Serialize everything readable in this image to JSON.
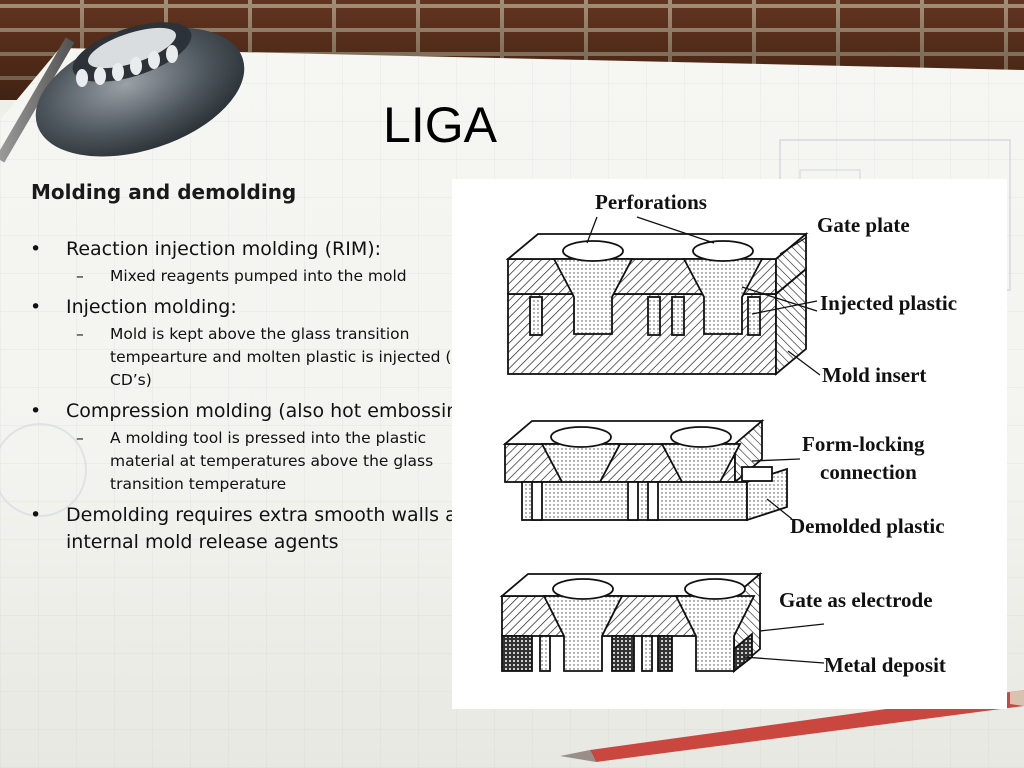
{
  "slide": {
    "title": "LIGA",
    "subtitle": "Molding and demolding",
    "bullets": [
      {
        "text": "Reaction injection molding (RIM):",
        "sub": [
          "Mixed reagents pumped into the mold"
        ]
      },
      {
        "text": "Injection molding:",
        "sub": [
          "Mold is kept above the glass transition tempearture and molten plastic is injected (e.g. CD’s)"
        ]
      },
      {
        "text": "Compression molding (also hot embossing):",
        "sub": [
          "A molding tool is pressed into the plastic material at temperatures above the glass transition temperature"
        ]
      },
      {
        "text": "Demolding requires extra smooth walls and internal mold release agents",
        "sub": []
      }
    ]
  },
  "figure": {
    "labels": {
      "perforations": "Perforations",
      "gate_plate": "Gate plate",
      "injected_plastic": "Injected plastic",
      "mold_insert": "Mold insert",
      "form_locking_1": "Form-locking",
      "form_locking_2": "connection",
      "demolded_plastic": "Demolded plastic",
      "gate_as_electrode": "Gate as electrode",
      "metal_deposit": "Metal deposit"
    }
  },
  "colors": {
    "brick": "#6d3a24",
    "mortar": "#b9a48a",
    "paper": "#f4f4f0"
  }
}
